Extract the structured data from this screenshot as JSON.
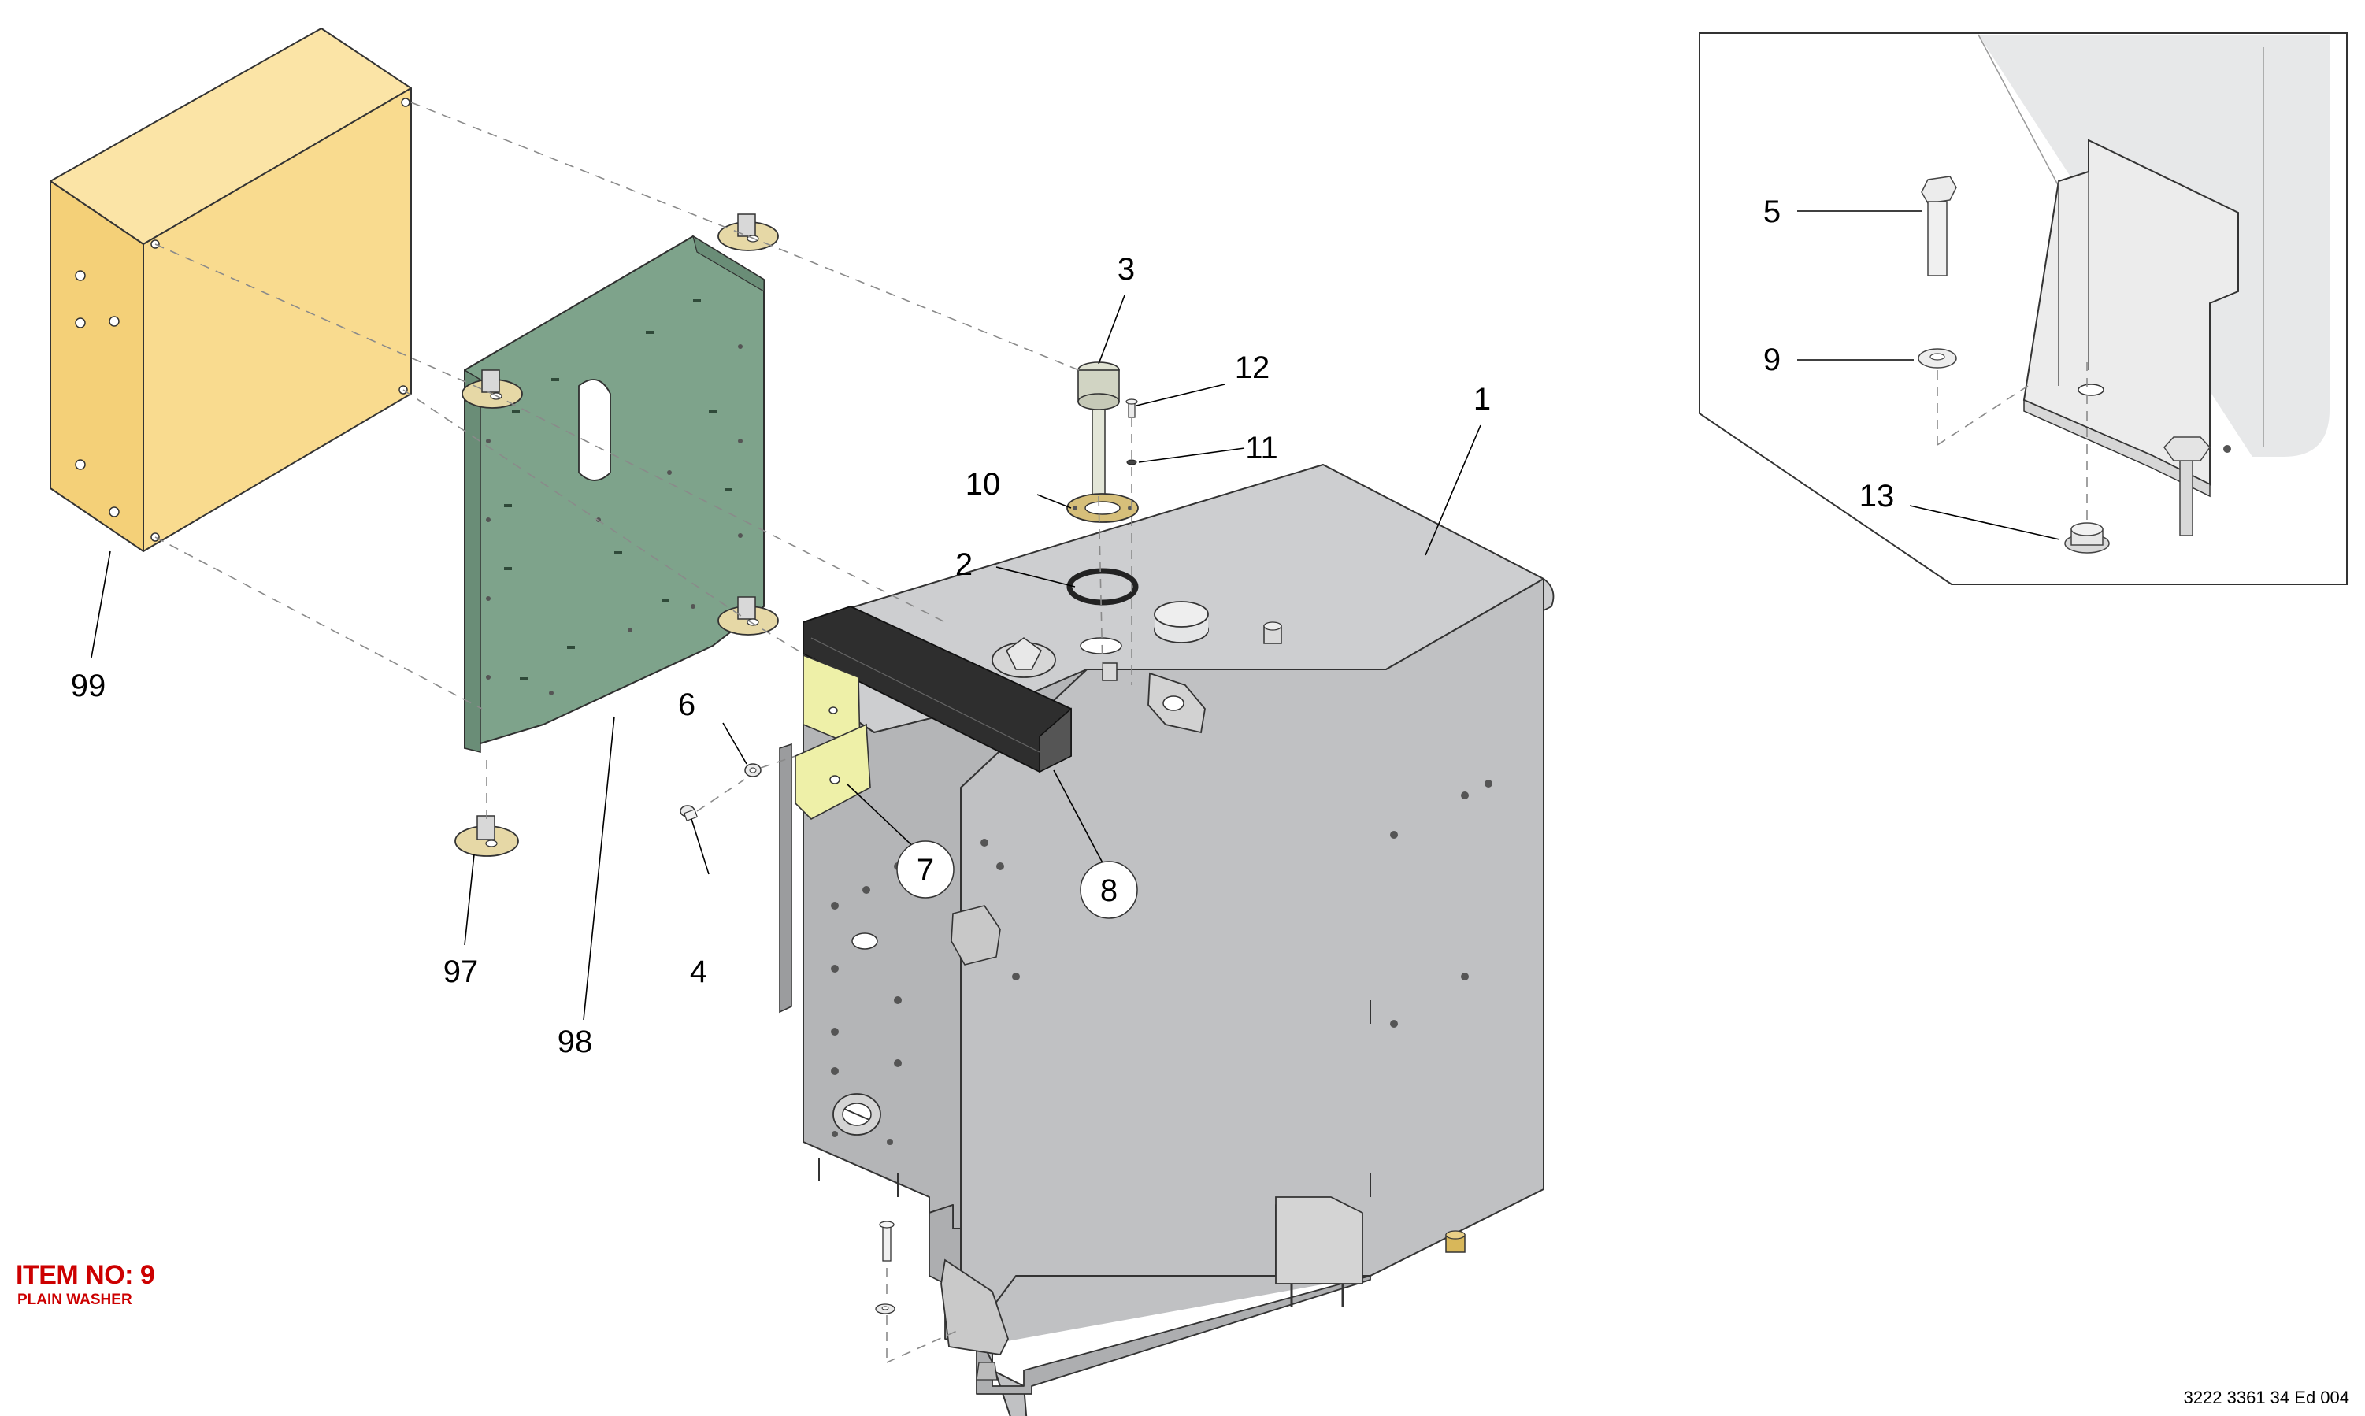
{
  "item": {
    "number_label": "ITEM NO: 9",
    "description": "PLAIN WASHER"
  },
  "document_ref": "3222 3361 34 Ed 004",
  "callouts": {
    "c1": "1",
    "c2": "2",
    "c3": "3",
    "c4": "4",
    "c5": "5",
    "c6": "6",
    "c7": "7",
    "c8": "8",
    "c9": "9",
    "c10": "10",
    "c11": "11",
    "c12": "12",
    "c13": "13",
    "c97": "97",
    "c98": "98",
    "c99": "99"
  },
  "colors": {
    "tank": "#c0c1c3",
    "tank_shade": "#a9aaac",
    "mounting_plate": "#7ea38b",
    "enclosure": "#f9db8f",
    "bracket": "#eef0a8",
    "vibration_damper": "#e6d8a6",
    "gasket": "#d6bf7a",
    "highlight_item": "#cc0000"
  },
  "icons": {
    "bolt": "hex-bolt-icon",
    "washer": "plain-washer-icon",
    "nut": "flange-nut-icon"
  }
}
